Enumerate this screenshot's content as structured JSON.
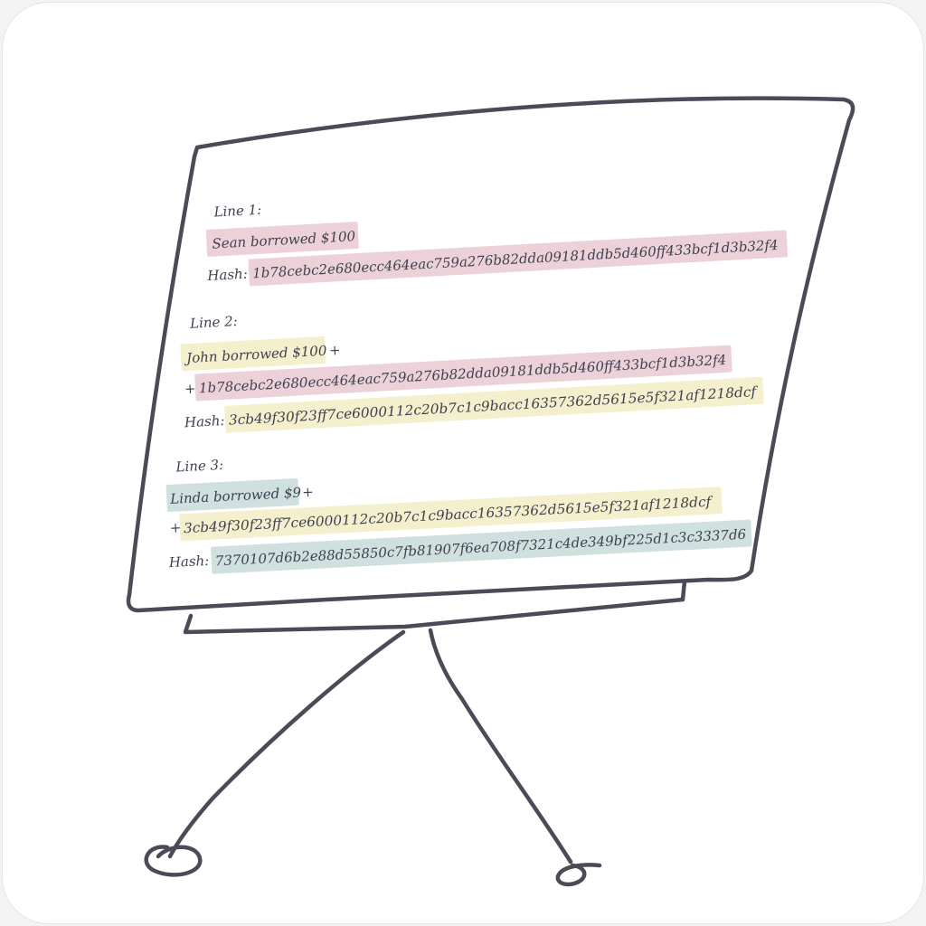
{
  "blocks": [
    {
      "label": "Line 1:",
      "text": "Sean borrowed $100",
      "hash_label": "Hash:",
      "hash": "1b78cebc2e680ecc464eac759a276b82dda09181ddb5d460ff433bcf1d3b32f4"
    },
    {
      "label": "Line 2:",
      "text": "John borrowed $100",
      "plus": "+",
      "plus_prefix": "+",
      "prev_hash": "1b78cebc2e680ecc464eac759a276b82dda09181ddb5d460ff433bcf1d3b32f4",
      "hash_label": "Hash:",
      "hash": "3cb49f30f23ff7ce6000112c20b7c1c9bacc16357362d5615e5f321af1218dcf"
    },
    {
      "label": "Line 3:",
      "text": "Linda borrowed $9",
      "plus": "+",
      "plus_prefix": "+",
      "prev_hash": "3cb49f30f23ff7ce6000112c20b7c1c9bacc16357362d5615e5f321af1218dcf",
      "hash_label": "Hash:",
      "hash": "7370107d6b2e88d55850c7fb81907f6ea708f7321c4de349bf225d1c3c3337d6"
    }
  ],
  "colors": {
    "ink": "#4a4b57",
    "pink": "#ecd2d8",
    "yellow": "#f4efcc",
    "teal": "#cfe0df"
  }
}
